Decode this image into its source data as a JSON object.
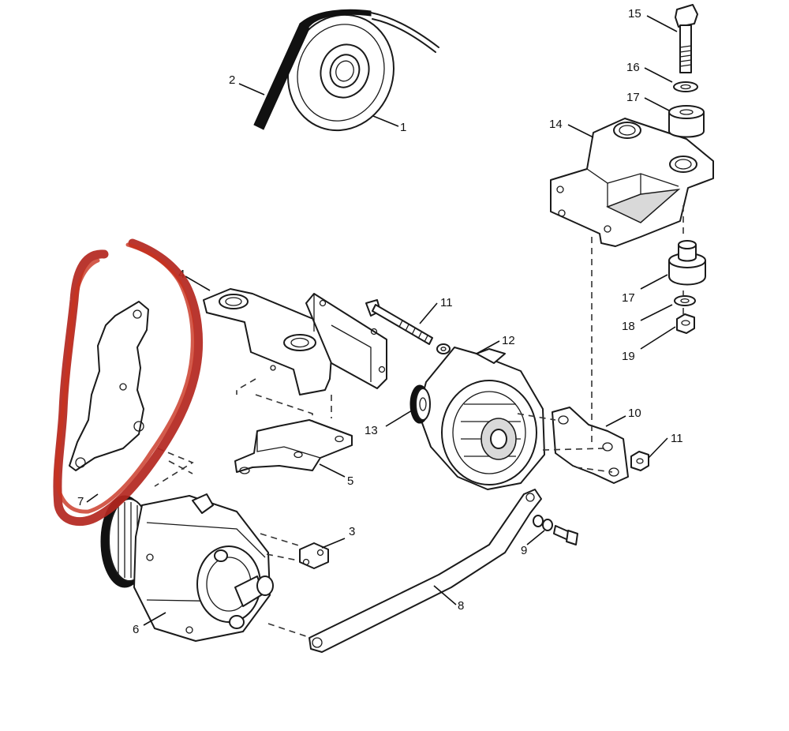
{
  "callouts": {
    "c1": "1",
    "c2": "2",
    "c3": "3",
    "c4": "4",
    "c5": "5",
    "c6": "6",
    "c7": "7",
    "c8": "8",
    "c9": "9",
    "c10": "10",
    "c11a": "11",
    "c11b": "11",
    "c12": "12",
    "c13": "13",
    "c14": "14",
    "c15": "15",
    "c16": "16",
    "c17a": "17",
    "c17b": "17",
    "c18": "18",
    "c19": "19"
  },
  "annotation": {
    "color": "#b3261e",
    "shape": "freehand-loop",
    "target_callout": "7"
  }
}
